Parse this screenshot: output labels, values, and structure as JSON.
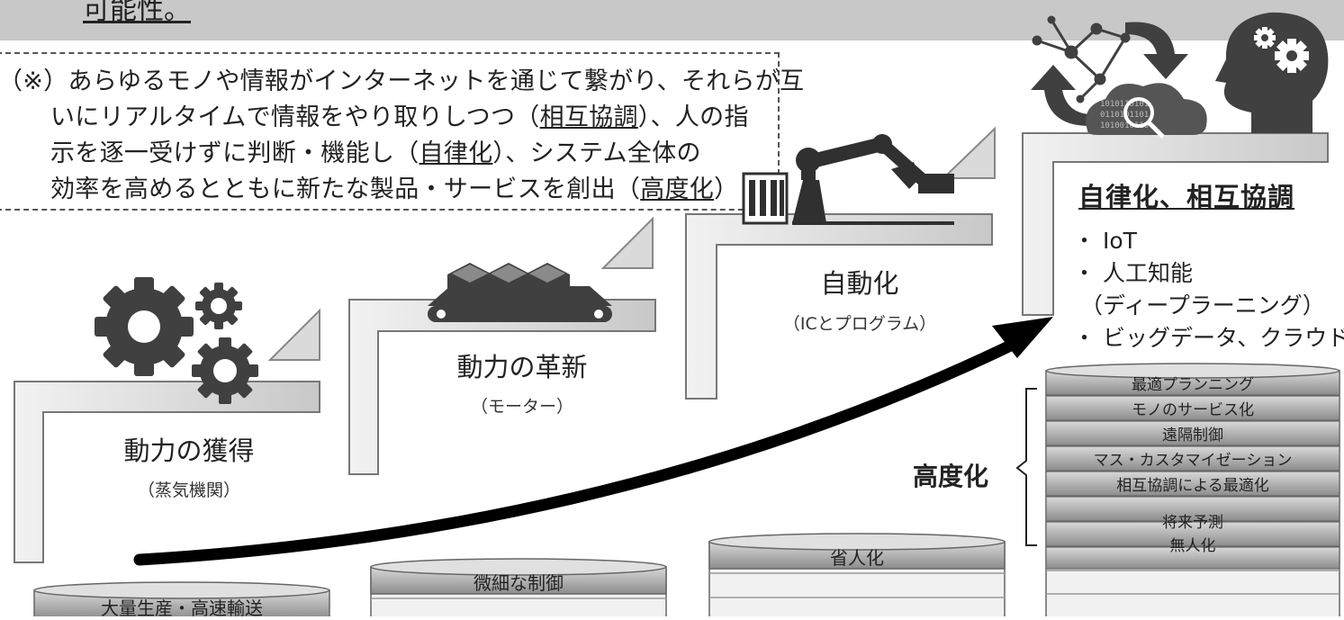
{
  "header": {
    "text": "可能性。"
  },
  "note": {
    "line1": "（※）あらゆるモノや情報がインターネットを通じて繋がり、それらが互",
    "line2a": "いにリアルタイムで情報をやり取りしつつ（",
    "line2b": "相互協調",
    "line2c": "）、人の指",
    "line3a": "示を逐一受けずに判断・機能し（",
    "line3b": "自律化",
    "line3c": "）、システム全体の",
    "line4a": "効率を高めるとともに新たな製品・サービスを創出（",
    "line4b": "高度化",
    "line4c": "）"
  },
  "stages": [
    {
      "title": "動力の獲得",
      "sub": "（蒸気機関）",
      "disk": "大量生産・高速輸送"
    },
    {
      "title": "動力の革新",
      "sub": "（モーター）",
      "disk": "微細な制御"
    },
    {
      "title": "自動化",
      "sub": "（ICとプログラム）",
      "disk": "省人化"
    }
  ],
  "final": {
    "title": "自律化、相互協調",
    "bullets": [
      "・ IoT",
      "・ 人工知能",
      "（ディープラーニング）",
      "・ ビッグデータ、クラウド"
    ]
  },
  "advancement": {
    "label": "高度化",
    "items": [
      "最適プランニング",
      "モノのサービス化",
      "遠隔制御",
      "マス・カスタマイゼーション",
      "相互協調による最適化",
      "将来予測",
      "無人化"
    ]
  },
  "icons": [
    "gears-icon",
    "conveyor-icon",
    "robot-arm-icon",
    "network-icon",
    "cloud-data-icon",
    "ai-head-icon",
    "growth-arrow-icon"
  ],
  "colors": {
    "header_bg": "#c8c8c8",
    "icon": "#404040",
    "step_face": "#d0d0d0",
    "disk": "#a8a8a8"
  }
}
